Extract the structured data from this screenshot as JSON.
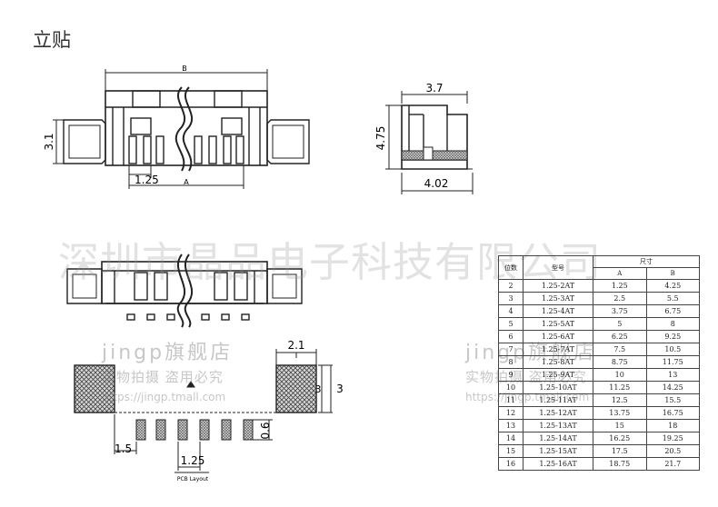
{
  "title": "立贴",
  "watermarks": {
    "big": "深圳市晶品电子科技有限公司",
    "shop_left": "jingp旗舰店",
    "line2_left": "实物拍摄  盗用必究",
    "url_left": "https://jingp.tmall.com",
    "shop_right": "jingp旗舰店",
    "line2_right": "实物拍摄  盗用必究",
    "url_right": "https://jingp.tmall.com"
  },
  "dims": {
    "top_B": "B",
    "top_A": "A",
    "top_height": "3.1",
    "top_pitch": "1.25",
    "side_width": "3.7",
    "side_height": "4.75",
    "side_base": "4.02",
    "pcb_21": "2.1",
    "pcb_3a": "3",
    "pcb_3b": "3",
    "pcb_06": "0.6",
    "pcb_15": "1.5",
    "pcb_125": "1.25",
    "pcb_label": "PCB Layout"
  },
  "table": {
    "h_pins": "位数",
    "h_model": "型号",
    "h_size": "尺寸",
    "h_a": "A",
    "h_b": "B",
    "rows": [
      [
        "2",
        "1.25-2AT",
        "1.25",
        "4.25"
      ],
      [
        "3",
        "1.25-3AT",
        "2.5",
        "5.5"
      ],
      [
        "4",
        "1.25-4AT",
        "3.75",
        "6.75"
      ],
      [
        "5",
        "1.25-5AT",
        "5",
        "8"
      ],
      [
        "6",
        "1.25-6AT",
        "6.25",
        "9.25"
      ],
      [
        "7",
        "1.25-7AT",
        "7.5",
        "10.5"
      ],
      [
        "8",
        "1.25-8AT",
        "8.75",
        "11.75"
      ],
      [
        "9",
        "1.25-9AT",
        "10",
        "13"
      ],
      [
        "10",
        "1.25-10AT",
        "11.25",
        "14.25"
      ],
      [
        "11",
        "1.25-11AT",
        "12.5",
        "15.5"
      ],
      [
        "12",
        "1.25-12AT",
        "13.75",
        "16.75"
      ],
      [
        "13",
        "1.25-13AT",
        "15",
        "18"
      ],
      [
        "14",
        "1.25-14AT",
        "16.25",
        "19.25"
      ],
      [
        "15",
        "1.25-15AT",
        "17.5",
        "20.5"
      ],
      [
        "16",
        "1.25-16AT",
        "18.75",
        "21.7"
      ]
    ]
  }
}
